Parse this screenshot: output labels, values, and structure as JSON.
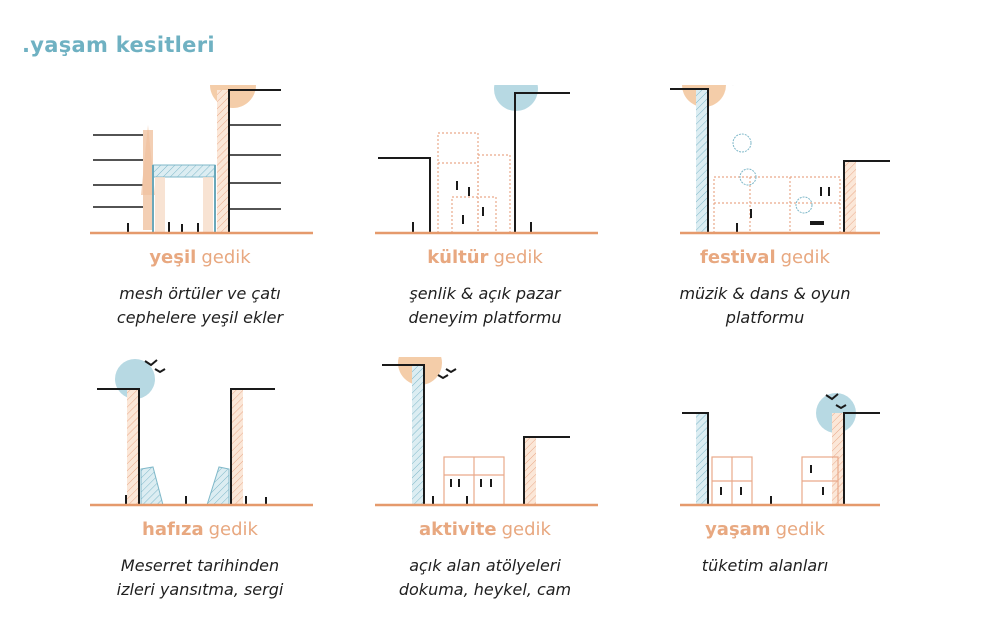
{
  "title": ".yaşam kesitleri",
  "colors": {
    "accent_title": "#6fb1c2",
    "peach": "#f2c7a4",
    "label_orange": "#e8a880",
    "blue": "#b7d9e3",
    "ground": "#e59a6c"
  },
  "panels": [
    {
      "name_bold": "yeşil",
      "name_rest": "gedik",
      "desc": [
        "mesh örtüler ve çatı",
        "cephelere yeşil ekler"
      ]
    },
    {
      "name_bold": "kültür",
      "name_rest": "gedik",
      "desc": [
        "şenlik & açık pazar",
        "deneyim platformu"
      ]
    },
    {
      "name_bold": "festival",
      "name_rest": "gedik",
      "desc": [
        "müzik & dans & oyun",
        "platformu"
      ]
    },
    {
      "name_bold": "hafıza",
      "name_rest": "gedik",
      "desc": [
        "Meserret tarihinden",
        "izleri yansıtma, sergi"
      ]
    },
    {
      "name_bold": "aktivite",
      "name_rest": "gedik",
      "desc": [
        "açık alan atölyeleri",
        "dokuma, heykel, cam"
      ]
    },
    {
      "name_bold": "yaşam",
      "name_rest": "gedik",
      "desc": [
        "tüketim alanları"
      ]
    }
  ]
}
